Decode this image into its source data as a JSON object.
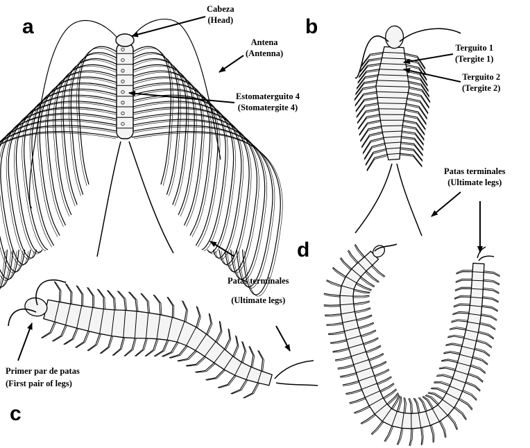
{
  "panels": {
    "a": "a",
    "b": "b",
    "c": "c",
    "d": "d"
  },
  "labels": {
    "a_head": {
      "es": "Cabeza",
      "en": "(Head)"
    },
    "a_antenna": {
      "es": "Antena",
      "en": "(Antenna)"
    },
    "a_stomatergite": {
      "es": "Estomaterguito 4",
      "en": "(Stomatergite 4)"
    },
    "a_ultimate": {
      "es": "Patas terminales",
      "en": "(Ultimate legs)"
    },
    "b_tergite1": {
      "es": "Terguito 1",
      "en": "(Tergite 1)"
    },
    "b_tergite2": {
      "es": "Terguito 2",
      "en": "(Tergite 2)"
    },
    "bd_ultimate": {
      "es": "Patas terminales",
      "en": "(Ultimate legs)"
    },
    "c_first_pair": {
      "es": "Primer par de patas",
      "en": "(First pair of legs)"
    }
  },
  "colors": {
    "ink": "#000000",
    "background": "#ffffff",
    "body_fill": "#f4f4f4"
  }
}
